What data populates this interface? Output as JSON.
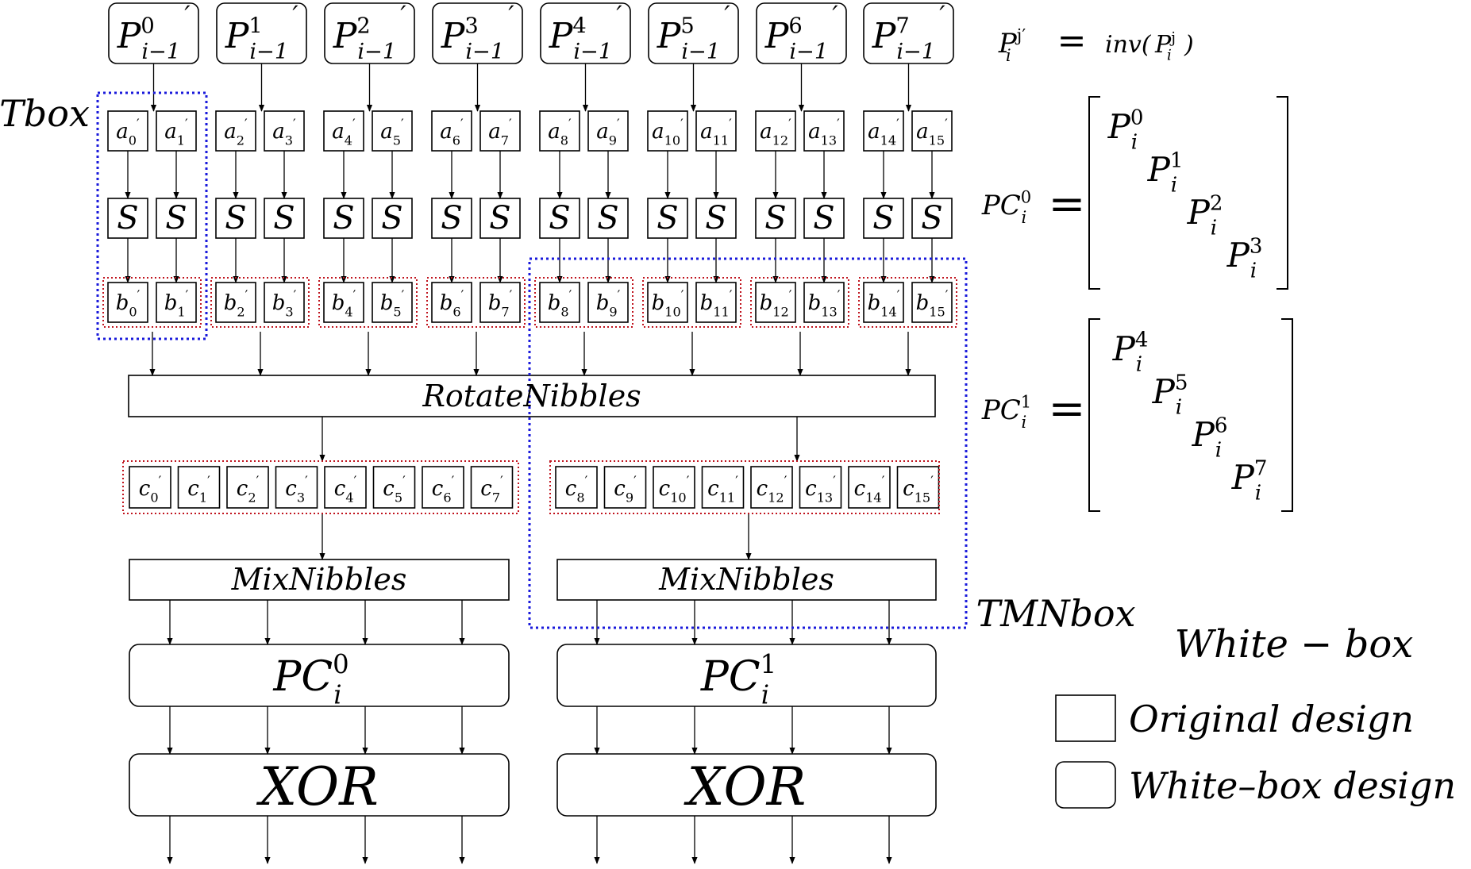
{
  "p_inputs": [
    {
      "base": "P",
      "sup": "0",
      "sub": "i−1",
      "prime": "′"
    },
    {
      "base": "P",
      "sup": "1",
      "sub": "i−1",
      "prime": "′"
    },
    {
      "base": "P",
      "sup": "2",
      "sub": "i−1",
      "prime": "′"
    },
    {
      "base": "P",
      "sup": "3",
      "sub": "i−1",
      "prime": "′"
    },
    {
      "base": "P",
      "sup": "4",
      "sub": "i−1",
      "prime": "′"
    },
    {
      "base": "P",
      "sup": "5",
      "sub": "i−1",
      "prime": "′"
    },
    {
      "base": "P",
      "sup": "6",
      "sub": "i−1",
      "prime": "′"
    },
    {
      "base": "P",
      "sup": "7",
      "sub": "i−1",
      "prime": "′"
    }
  ],
  "a_cells": [
    {
      "base": "a",
      "sub": "0",
      "prime": "′"
    },
    {
      "base": "a",
      "sub": "1",
      "prime": "′"
    },
    {
      "base": "a",
      "sub": "2",
      "prime": "′"
    },
    {
      "base": "a",
      "sub": "3",
      "prime": "′"
    },
    {
      "base": "a",
      "sub": "4",
      "prime": "′"
    },
    {
      "base": "a",
      "sub": "5",
      "prime": "′"
    },
    {
      "base": "a",
      "sub": "6",
      "prime": "′"
    },
    {
      "base": "a",
      "sub": "7",
      "prime": "′"
    },
    {
      "base": "a",
      "sub": "8",
      "prime": "′"
    },
    {
      "base": "a",
      "sub": "9",
      "prime": "′"
    },
    {
      "base": "a",
      "sub": "10",
      "prime": "′"
    },
    {
      "base": "a",
      "sub": "11",
      "prime": "′"
    },
    {
      "base": "a",
      "sub": "12",
      "prime": "′"
    },
    {
      "base": "a",
      "sub": "13",
      "prime": "′"
    },
    {
      "base": "a",
      "sub": "14",
      "prime": "′"
    },
    {
      "base": "a",
      "sub": "15",
      "prime": "′"
    }
  ],
  "s_label": "S",
  "b_cells": [
    {
      "base": "b",
      "sub": "0",
      "prime": "′"
    },
    {
      "base": "b",
      "sub": "1",
      "prime": "′"
    },
    {
      "base": "b",
      "sub": "2",
      "prime": "′"
    },
    {
      "base": "b",
      "sub": "3",
      "prime": "′"
    },
    {
      "base": "b",
      "sub": "4",
      "prime": "′"
    },
    {
      "base": "b",
      "sub": "5",
      "prime": "′"
    },
    {
      "base": "b",
      "sub": "6",
      "prime": "′"
    },
    {
      "base": "b",
      "sub": "7",
      "prime": "′"
    },
    {
      "base": "b",
      "sub": "8",
      "prime": "′"
    },
    {
      "base": "b",
      "sub": "9",
      "prime": "′"
    },
    {
      "base": "b",
      "sub": "10",
      "prime": "′"
    },
    {
      "base": "b",
      "sub": "11",
      "prime": "′"
    },
    {
      "base": "b",
      "sub": "12",
      "prime": "′"
    },
    {
      "base": "b",
      "sub": "13",
      "prime": "′"
    },
    {
      "base": "b",
      "sub": "14",
      "prime": "′"
    },
    {
      "base": "b",
      "sub": "15",
      "prime": "′"
    }
  ],
  "c_cells": [
    {
      "base": "c",
      "sub": "0",
      "prime": "′"
    },
    {
      "base": "c",
      "sub": "1",
      "prime": "′"
    },
    {
      "base": "c",
      "sub": "2",
      "prime": "′"
    },
    {
      "base": "c",
      "sub": "3",
      "prime": "′"
    },
    {
      "base": "c",
      "sub": "4",
      "prime": "′"
    },
    {
      "base": "c",
      "sub": "5",
      "prime": "′"
    },
    {
      "base": "c",
      "sub": "6",
      "prime": "′"
    },
    {
      "base": "c",
      "sub": "7",
      "prime": "′"
    },
    {
      "base": "c",
      "sub": "8",
      "prime": "′"
    },
    {
      "base": "c",
      "sub": "9",
      "prime": "′"
    },
    {
      "base": "c",
      "sub": "10",
      "prime": "′"
    },
    {
      "base": "c",
      "sub": "11",
      "prime": "′"
    },
    {
      "base": "c",
      "sub": "12",
      "prime": "′"
    },
    {
      "base": "c",
      "sub": "13",
      "prime": "′"
    },
    {
      "base": "c",
      "sub": "14",
      "prime": "′"
    },
    {
      "base": "c",
      "sub": "15",
      "prime": "′"
    }
  ],
  "rotate_label": "RotateNibbles",
  "mix_label": "MixNibbles",
  "pc_boxes": [
    {
      "base": "PC",
      "sup": "0",
      "sub": "i"
    },
    {
      "base": "PC",
      "sup": "1",
      "sub": "i"
    }
  ],
  "xor_label": "XOR",
  "tbox_label": "Tbox",
  "tmnbox_label": "TMNbox",
  "formula": {
    "lhs": {
      "base": "P",
      "sup": "j",
      "sub": "i",
      "prime": "′"
    },
    "eq": "=",
    "func": "inv(",
    "arg": {
      "base": "P",
      "sup": "j",
      "sub": "i"
    },
    "close": ")"
  },
  "matrices": [
    {
      "lhs": {
        "base": "PC",
        "sup": "0",
        "sub": "i"
      },
      "eq": "=",
      "entries": [
        {
          "base": "P",
          "sup": "0",
          "sub": "i"
        },
        {
          "base": "P",
          "sup": "1",
          "sub": "i"
        },
        {
          "base": "P",
          "sup": "2",
          "sub": "i"
        },
        {
          "base": "P",
          "sup": "3",
          "sub": "i"
        }
      ]
    },
    {
      "lhs": {
        "base": "PC",
        "sup": "1",
        "sub": "i"
      },
      "eq": "=",
      "entries": [
        {
          "base": "P",
          "sup": "4",
          "sub": "i"
        },
        {
          "base": "P",
          "sup": "5",
          "sub": "i"
        },
        {
          "base": "P",
          "sup": "6",
          "sub": "i"
        },
        {
          "base": "P",
          "sup": "7",
          "sub": "i"
        }
      ]
    }
  ],
  "legend": {
    "title": "White − box",
    "items": [
      {
        "label": "Original design",
        "style": "square"
      },
      {
        "label": "White–box design",
        "style": "rounded"
      }
    ]
  },
  "colors": {
    "stroke": "#000000",
    "blue_dotted": "#1a1adb",
    "red_dotted": "#c0141e"
  }
}
